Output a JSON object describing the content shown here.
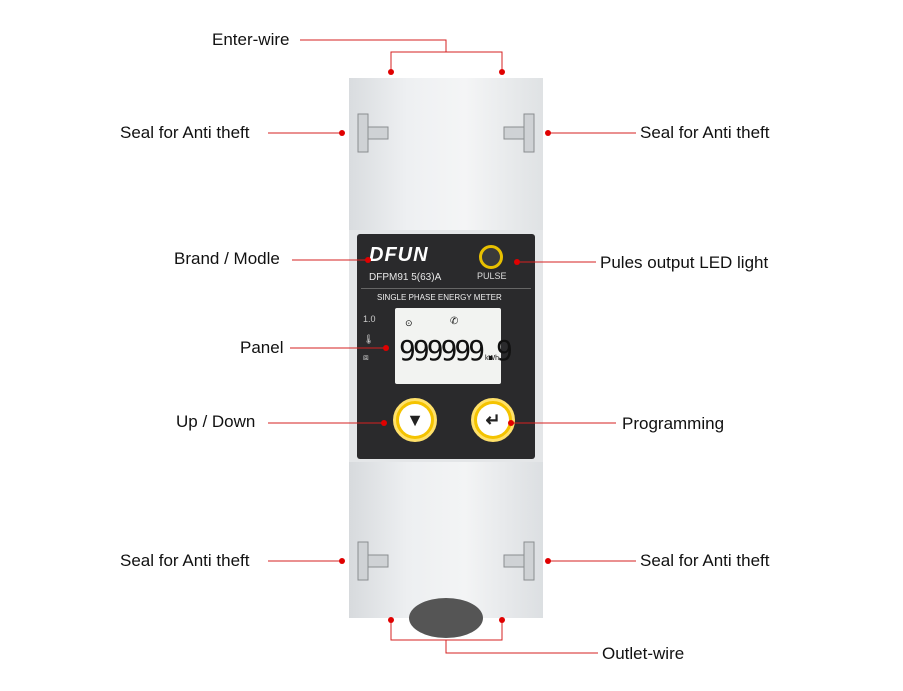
{
  "labels": {
    "enter_wire": "Enter-wire",
    "seal_top_left": "Seal for Anti theft",
    "seal_top_right": "Seal for Anti theft",
    "brand_modle": "Brand / Modle",
    "pulse_led": "Pules output LED light",
    "panel": "Panel",
    "up_down": "Up / Down",
    "programming": "Programming",
    "seal_bottom_left": "Seal for Anti theft",
    "seal_bottom_right": "Seal for Anti theft",
    "outlet_wire": "Outlet-wire"
  },
  "device": {
    "brand": "DFUN",
    "model": "DFPM91   5(63)A",
    "pulse": "PULSE",
    "subtitle": "SINGLE PHASE ENERGY METER",
    "reading": "999999.9",
    "unit": "kWh",
    "class_mark": "1.0"
  },
  "colors": {
    "leader_line": "#d62020",
    "marker_dot": "#e00000",
    "button": "#f4c300"
  }
}
